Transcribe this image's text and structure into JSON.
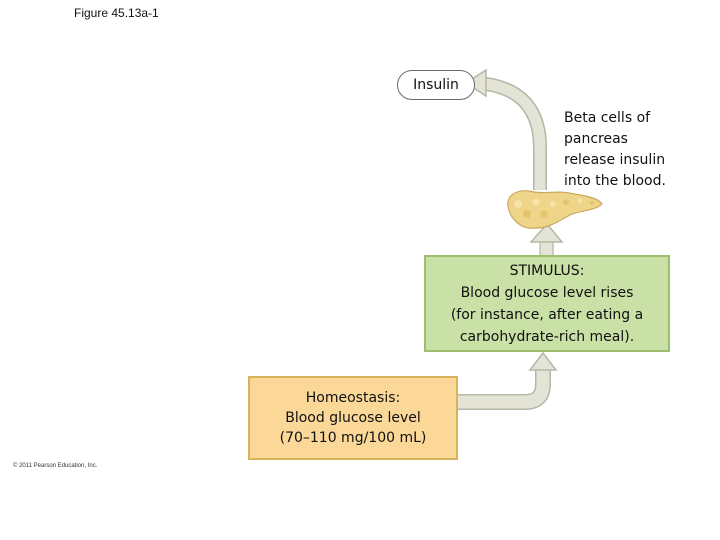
{
  "figure_label": "Figure 45.13a-1",
  "copyright": "© 2011 Pearson Education, Inc.",
  "insulin_label": "Insulin",
  "beta_cells": {
    "lines": [
      "Beta cells of",
      "pancreas",
      "release insulin",
      "into the blood."
    ]
  },
  "stimulus": {
    "lines": [
      "STIMULUS:",
      "Blood glucose level rises",
      "(for instance, after eating a",
      "carbohydrate-rich meal)."
    ]
  },
  "homeostasis": {
    "lines": [
      "Homeostasis:",
      "Blood glucose level",
      "(70–110 mg/100 mL)"
    ]
  },
  "colors": {
    "stimulus_fill": "#c9e0a6",
    "homeostasis_fill": "#fbd898",
    "arrow_fill": "#e4e4d6",
    "arrow_stroke": "#b6b6a6",
    "pancreas": "#efd58a"
  },
  "icons": [
    "pancreas-icon"
  ]
}
